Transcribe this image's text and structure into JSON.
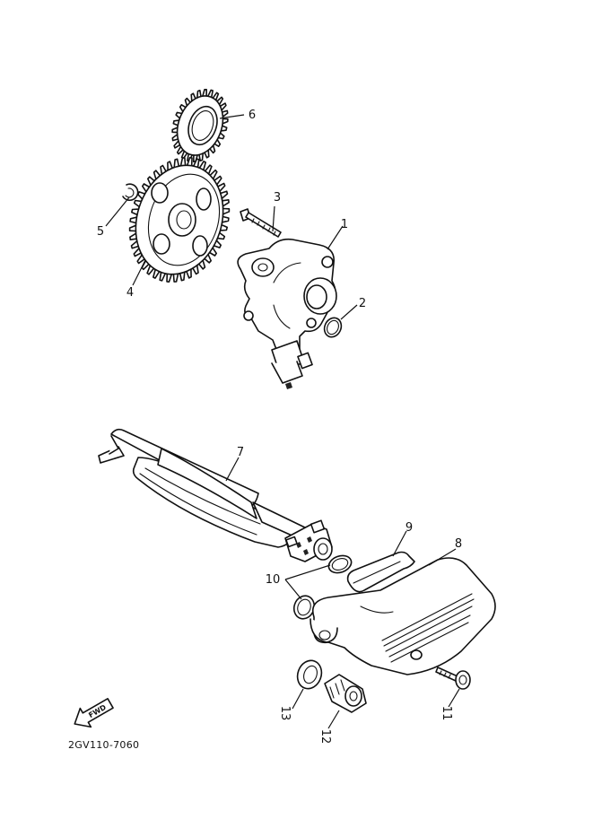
{
  "diagram": {
    "drawing_code": "2GV110-7060",
    "direction_label": "FWD",
    "callouts": [
      "1",
      "2",
      "3",
      "4",
      "5",
      "6",
      "7",
      "8",
      "9",
      "10",
      "11",
      "12",
      "13"
    ]
  }
}
